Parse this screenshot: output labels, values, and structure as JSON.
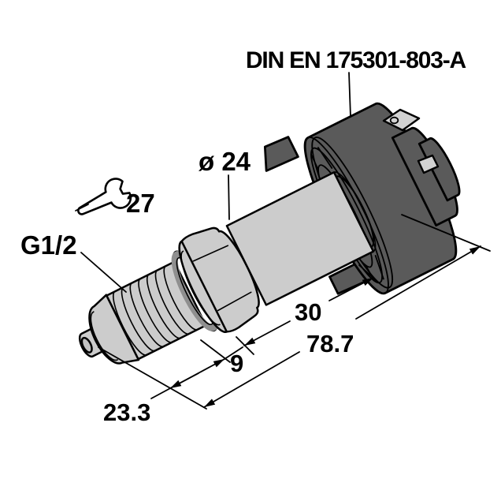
{
  "labels": {
    "standard": "DIN EN 175301-803-A",
    "diameter": "ø 24",
    "wrench_size": "27",
    "thread": "G1/2"
  },
  "dimensions": {
    "body_length": "30",
    "total_length": "78.7",
    "hex_length": "9",
    "thread_length": "23.3"
  },
  "icons": {
    "wrench": "open-end-wrench"
  },
  "colors": {
    "background": "#ffffff",
    "outline": "#000000",
    "metal": "#cccccc",
    "metal_hole": "#c2c2c2",
    "seal": "#8f8f8f",
    "connector": "#5a5a5a",
    "terminal": "#d2d2d2"
  }
}
